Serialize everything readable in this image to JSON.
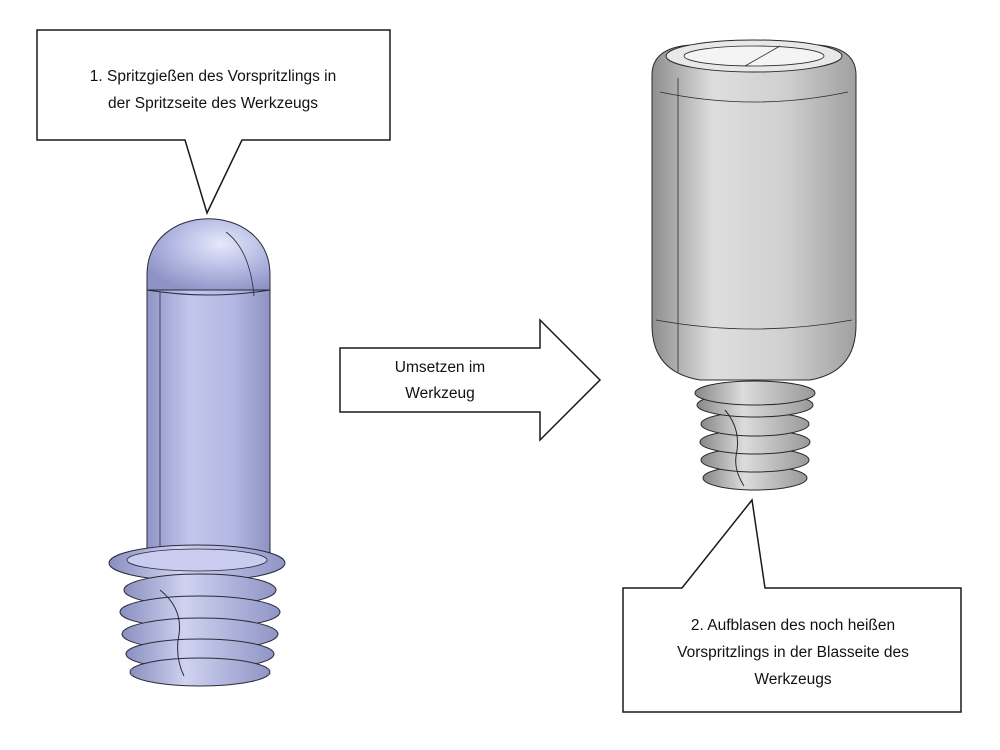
{
  "callout_top": {
    "lines": [
      "1. Spritzgießen des Vorspritzlings in",
      "der Spritzseite des Werkzeugs"
    ]
  },
  "arrow": {
    "lines": [
      "Umsetzen im",
      "Werkzeug"
    ]
  },
  "callout_bottom": {
    "lines": [
      "2. Aufblasen des noch heißen",
      "Vorspritzlings in der Blasseite des",
      "Werkzeugs"
    ]
  },
  "colors": {
    "preform_body": "#b9bee4",
    "preform_dark": "#8b90c2",
    "bottle_body": "#d3d3d3",
    "bottle_dark": "#9a9a9a",
    "outline": "#1a1a1a"
  }
}
